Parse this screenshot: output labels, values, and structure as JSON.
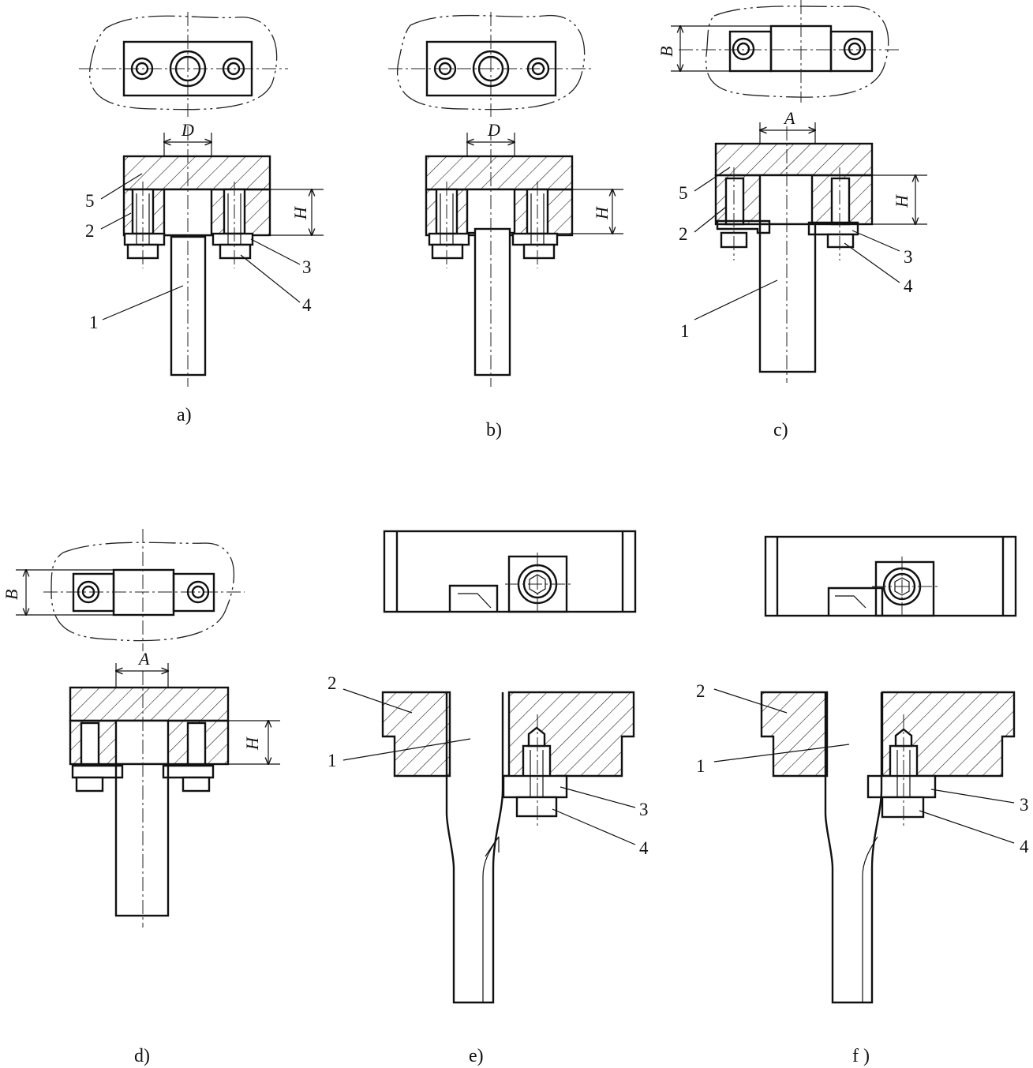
{
  "figure": {
    "captions": [
      "a)",
      "b)",
      "c)",
      "d)",
      "e)",
      "f )"
    ],
    "part_numbers": {
      "one": "1",
      "two": "2",
      "three": "3",
      "four": "4",
      "five": "5"
    },
    "dimensions": {
      "D": "D",
      "H": "H",
      "A": "A",
      "B": "B"
    }
  }
}
